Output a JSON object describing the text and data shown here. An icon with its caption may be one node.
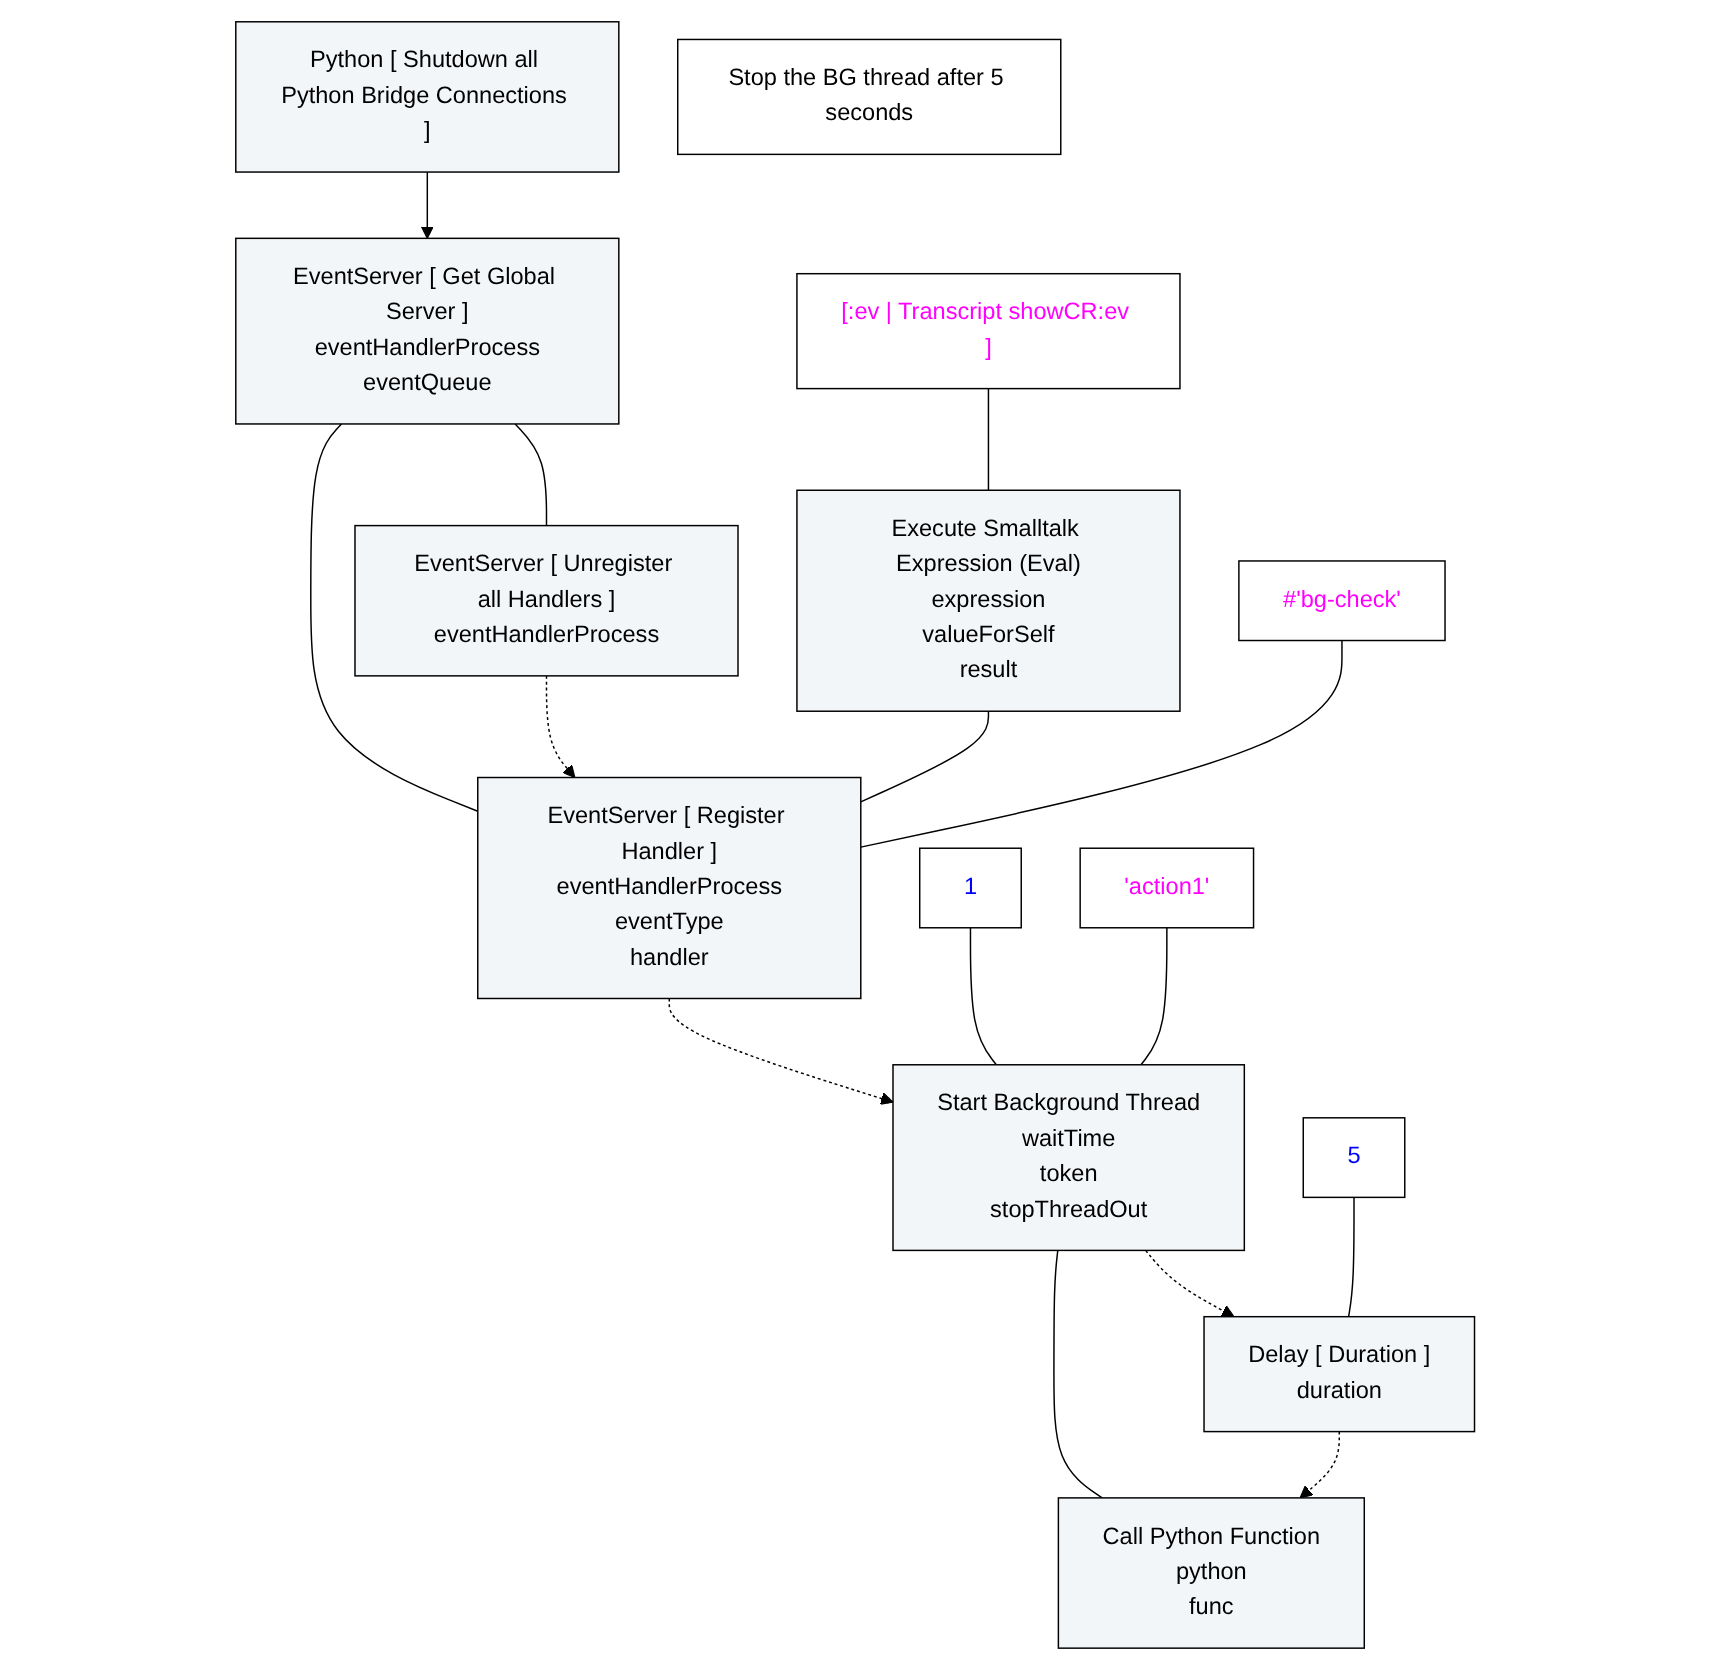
{
  "diagram": {
    "nodes": [
      {
        "text": [
          "Python [ Shutdown all Python Bridge Connections ]"
        ]
      },
      {
        "text": [
          "EventServer [ Get Global Server ]",
          "eventHandlerProcess",
          "eventQueue"
        ]
      },
      {
        "text": [
          "EventServer [ Unregister all Handlers ]",
          "eventHandlerProcess"
        ]
      },
      {
        "text": [
          "[:ev | Transcript showCR:ev ]"
        ]
      },
      {
        "text": [
          "Execute Smalltalk Expression (Eval)",
          "expression",
          "valueForSelf",
          "result"
        ]
      },
      {
        "text": [
          "EventServer [ Register Handler ]",
          "eventHandlerProcess",
          "eventType",
          "handler"
        ]
      },
      {
        "text": [
          "#'bg-check'"
        ]
      },
      {
        "text": [
          "Start Background Thread",
          "waitTime",
          "token",
          "stopThreadOut"
        ]
      },
      {
        "text": [
          "1"
        ]
      },
      {
        "text": [
          "'action1'"
        ]
      },
      {
        "text": [
          "Delay [ Duration ]",
          "duration"
        ]
      },
      {
        "text": [
          "5"
        ]
      },
      {
        "text": [
          "Call Python Function",
          "python",
          "func"
        ]
      },
      {
        "text": [
          "Stop the BG thread after 5 seconds"
        ]
      }
    ],
    "edges": [
      {
        "from": 0,
        "to": 1,
        "arrow": "to"
      },
      {
        "from": 1,
        "to": 2,
        "arrow": "none"
      },
      {
        "from": 1,
        "to": 5,
        "arrow": "none"
      },
      {
        "from": 2,
        "to": 5,
        "arrow": "to",
        "style": "dashed"
      },
      {
        "from": 3,
        "to": 4,
        "arrow": "none"
      },
      {
        "from": 4,
        "to": 5,
        "arrow": "none"
      },
      {
        "from": 6,
        "to": 5,
        "arrow": "none"
      },
      {
        "from": 5,
        "to": 7,
        "arrow": "to",
        "style": "dashed"
      },
      {
        "from": 8,
        "to": 7,
        "arrow": "none"
      },
      {
        "from": 9,
        "to": 7,
        "arrow": "none"
      },
      {
        "from": 7,
        "to": 10,
        "arrow": "to",
        "style": "dashed"
      },
      {
        "from": 7,
        "to": 12,
        "arrow": "none"
      },
      {
        "from": 11,
        "to": 10,
        "arrow": "none"
      },
      {
        "from": 10,
        "to": 12,
        "arrow": "to",
        "style": "dashed"
      }
    ]
  }
}
